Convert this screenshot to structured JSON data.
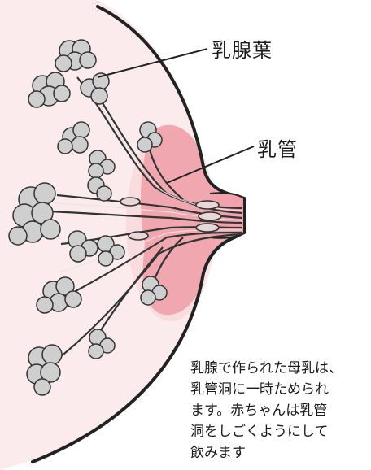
{
  "labels": {
    "lobule": "乳腺葉",
    "duct": "乳管"
  },
  "caption": {
    "lines": [
      "乳腺で作られた母乳は、",
      "乳管洞に一時ためられ",
      "ます。赤ちゃんは乳管",
      "洞をしごくようにして",
      "飲みます"
    ]
  },
  "colors": {
    "skin_tint": "#f6d9dc",
    "areola": "#ef9ea8",
    "duct_fill": "#e9e4e4",
    "lobule_fill": "#cfcfcf",
    "outline": "#222222"
  }
}
